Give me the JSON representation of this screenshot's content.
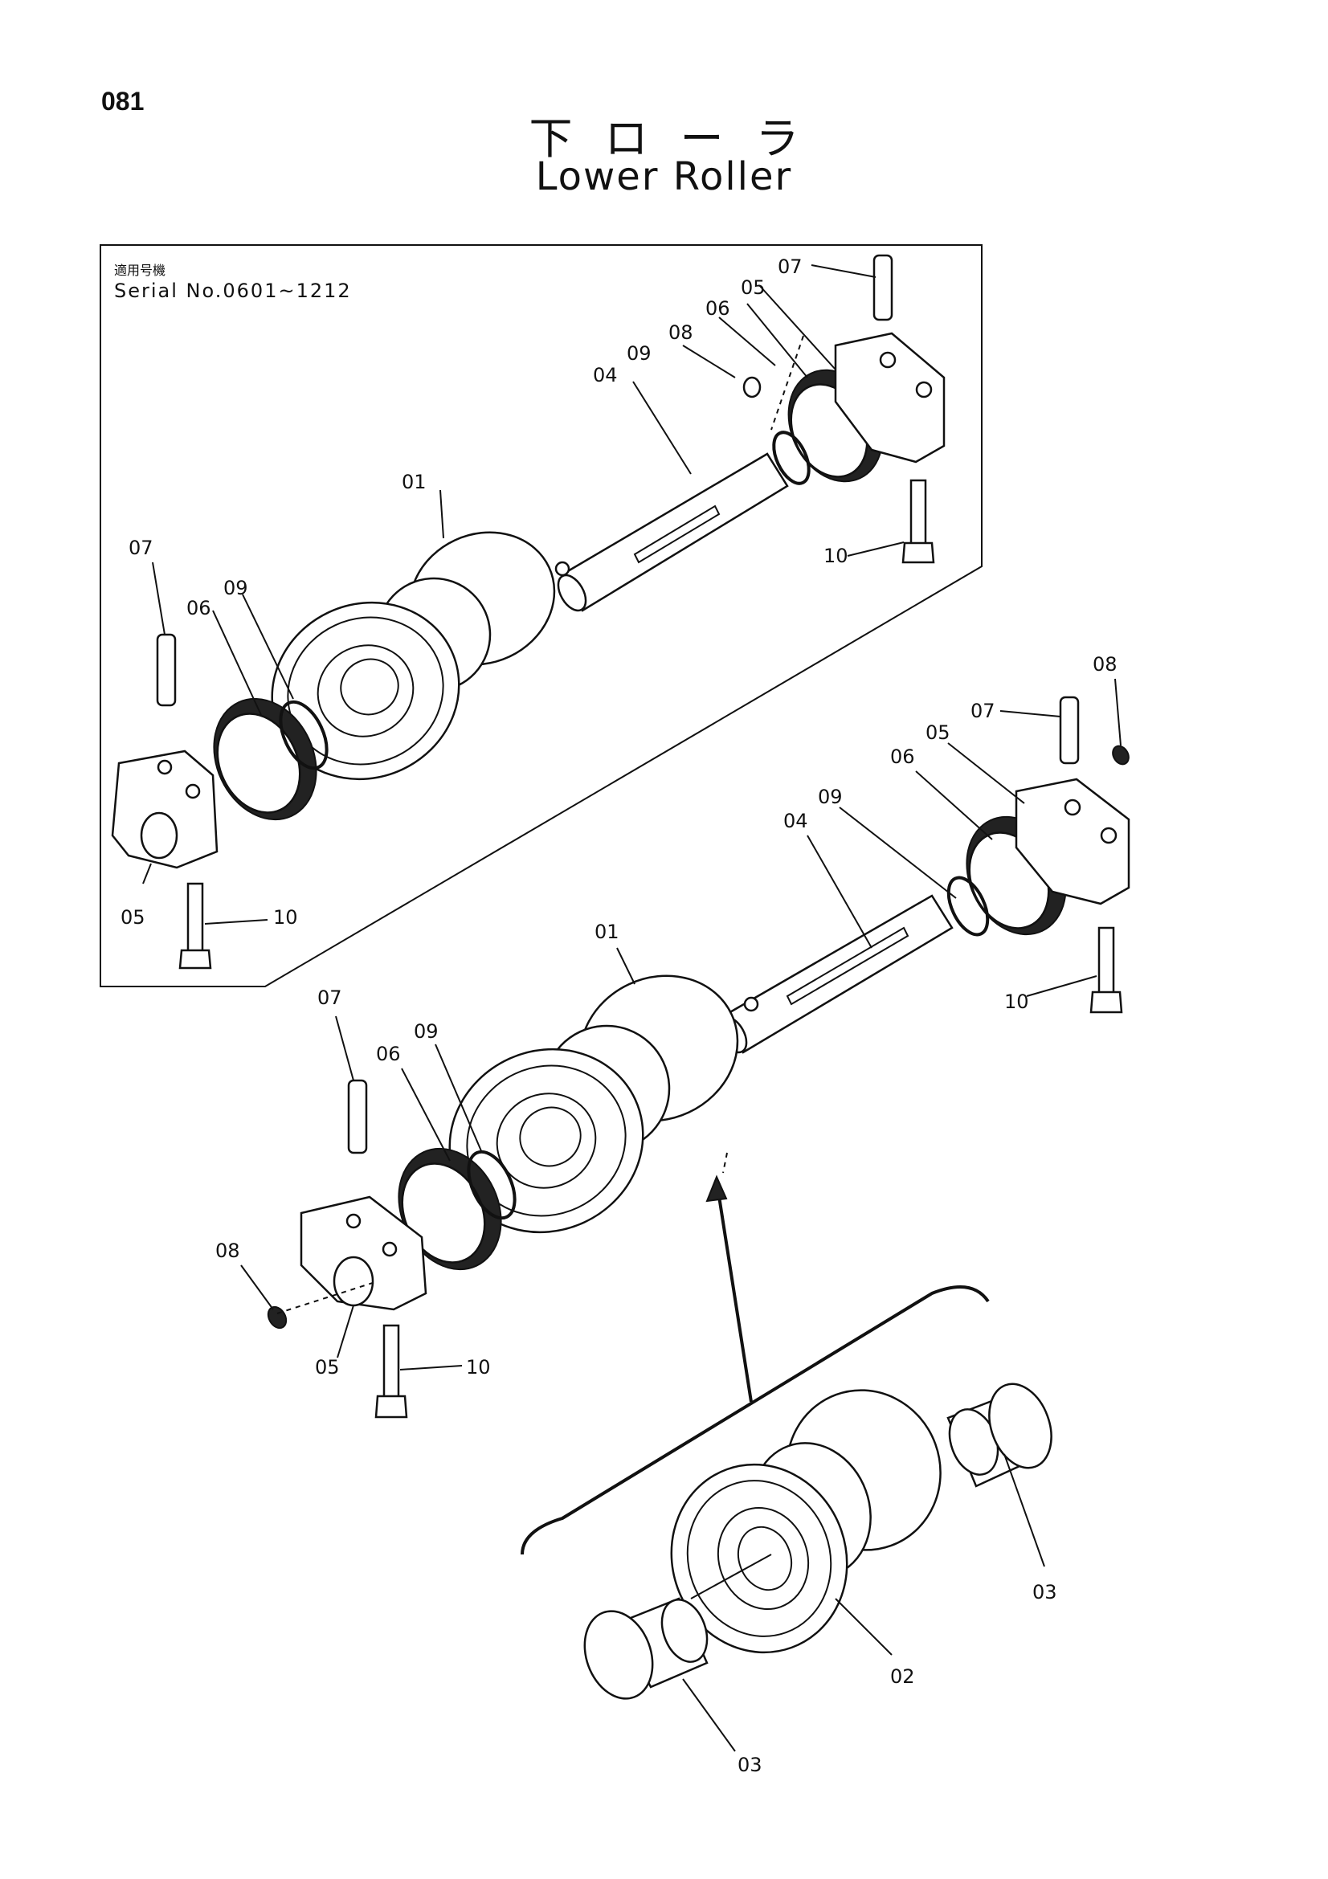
{
  "page_number": "081",
  "title_ja": "下ローラ",
  "title_en": "Lower Roller",
  "serial_ja": "適用号機",
  "serial_en": "Serial No.0601~1212",
  "labels": {
    "p01": "01",
    "p02": "02",
    "p03": "03",
    "p04": "04",
    "p05": "05",
    "p06": "06",
    "p07": "07",
    "p08": "08",
    "p09": "09",
    "p10": "10"
  }
}
